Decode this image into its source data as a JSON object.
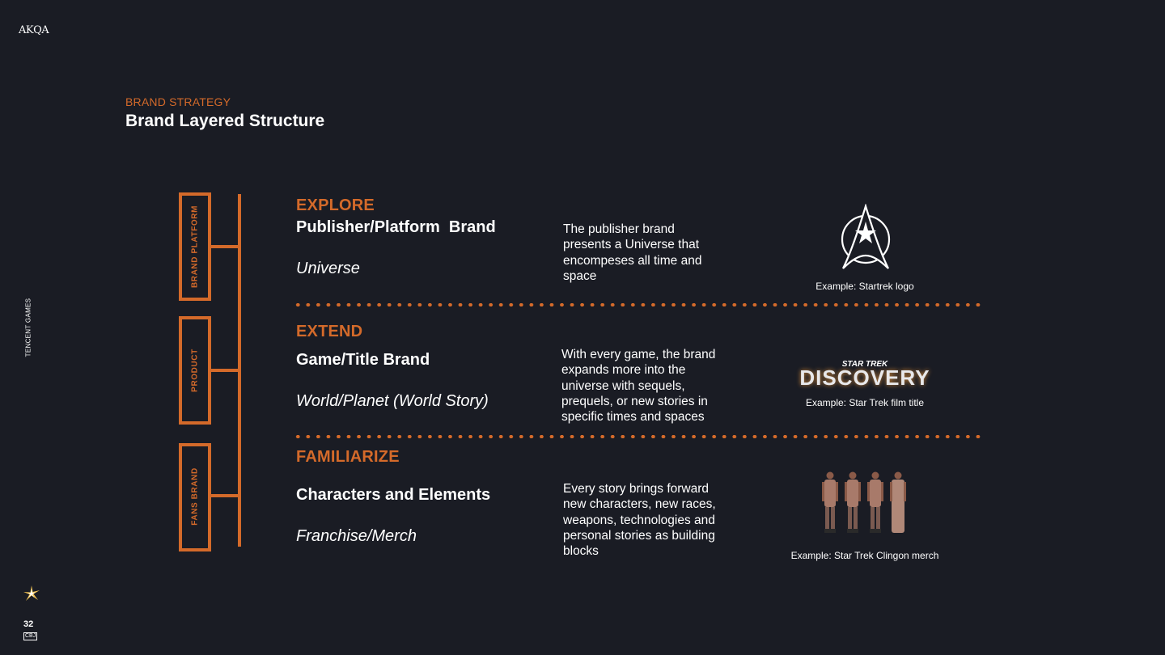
{
  "header": {
    "logo": "AKQA",
    "kicker": "BRAND STRATEGY",
    "title": "Brand Layered Structure"
  },
  "sidebar": {
    "client": "TENCENT GAMES",
    "page_number": "32",
    "page_mark": "CBJ",
    "star_icon": "sparkle-icon"
  },
  "colors": {
    "accent": "#d46a2a",
    "background": "#1a1c24",
    "text": "#ffffff"
  },
  "bracket_labels": [
    "BRAND PLATFORM",
    "PRODUCT",
    "FANS BRAND"
  ],
  "tiers": [
    {
      "heading": "EXPLORE",
      "brand": "Publisher/Platform  Brand",
      "sub": "Universe",
      "description": "The publisher brand presents a Universe that encompeses all time and space",
      "example_icon": "starfleet-delta-logo",
      "caption": "Example: Startrek logo"
    },
    {
      "heading": "EXTEND",
      "brand": "Game/Title Brand",
      "sub": "World/Planet (World Story)",
      "description": "With every game, the brand expands more into the universe with sequels, prequels, or new stories in specific times and spaces",
      "example_small": "STAR TREK",
      "example_big": "DISCOVERY",
      "caption": "Example: Star Trek film title"
    },
    {
      "heading": "FAMILIARIZE",
      "brand": "Characters and Elements",
      "sub": "Franchise/Merch",
      "description": "Every story brings forward new characters, new races, weapons, technologies and personal stories as building blocks",
      "example_icon": "klingon-figures",
      "caption": "Example: Star Trek Clingon merch"
    }
  ]
}
